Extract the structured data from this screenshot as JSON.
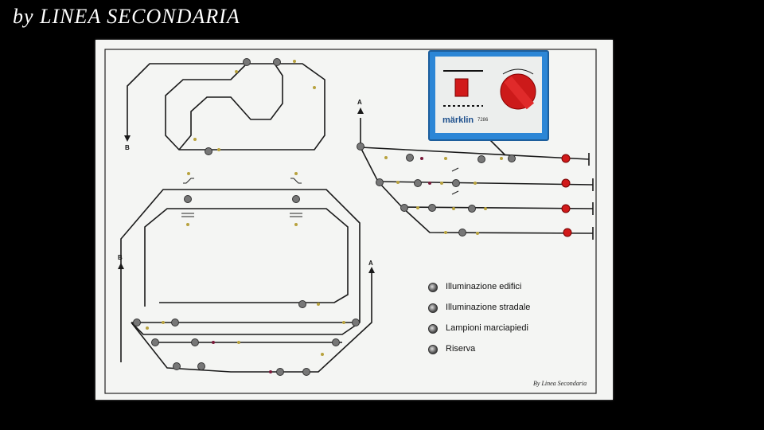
{
  "watermark": "by LINEA SECONDARIA",
  "credit": "By Linea Secondaria",
  "controller": {
    "brand": "märklin",
    "model": "7286"
  },
  "labels": {
    "track_a": "A",
    "track_b": "B"
  },
  "legend": [
    "Illuminazione edifici",
    "Illuminazione stradale",
    "Lampioni marciapiedi",
    "Riserva"
  ]
}
